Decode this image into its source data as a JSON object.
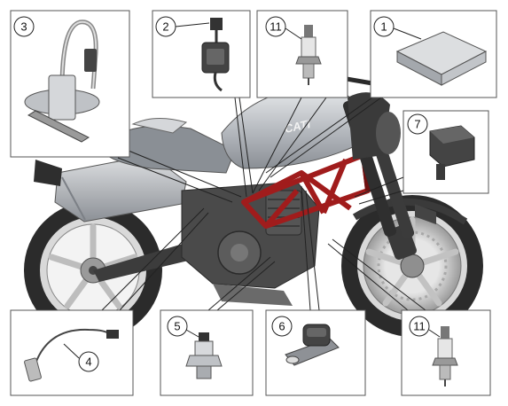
{
  "figure": {
    "brand_lettering": "CATI",
    "callouts": [
      {
        "id": "sensor-3",
        "number": "3"
      },
      {
        "id": "sensor-2",
        "number": "2"
      },
      {
        "id": "sensor-11-top",
        "number": "11"
      },
      {
        "id": "sensor-1",
        "number": "1"
      },
      {
        "id": "sensor-7",
        "number": "7"
      },
      {
        "id": "sensor-4",
        "number": "4"
      },
      {
        "id": "sensor-5",
        "number": "5"
      },
      {
        "id": "sensor-6",
        "number": "6"
      },
      {
        "id": "sensor-11-bottom",
        "number": "11"
      }
    ]
  },
  "colors": {
    "frame": "#a01c1c",
    "frame_dark": "#6e1010",
    "tank": "#c9ccd0",
    "engine": "#4a4a4a",
    "tyre": "#2b2b2b",
    "box_border": "#555555"
  }
}
